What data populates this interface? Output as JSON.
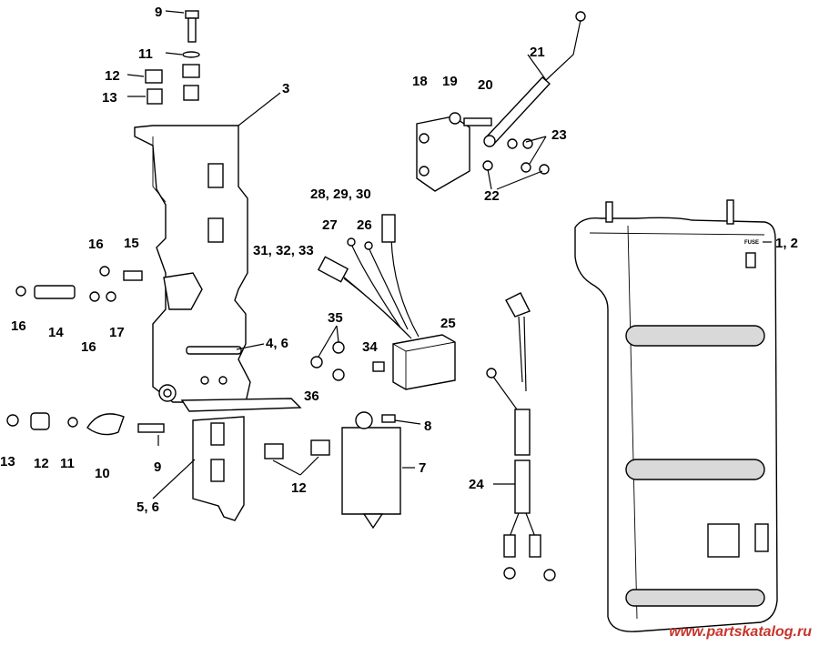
{
  "callouts": {
    "c1_2": "1, 2",
    "c3": "3",
    "c4_6": "4, 6",
    "c5_6": "5, 6",
    "c7": "7",
    "c8": "8",
    "c9_top": "9",
    "c9_bottom": "9",
    "c10": "10",
    "c11_top": "11",
    "c11_bottom": "11",
    "c12_top": "12",
    "c12_left": "12",
    "c12_mid": "12",
    "c13_top": "13",
    "c13_bottom": "13",
    "c14": "14",
    "c15": "15",
    "c16_a": "16",
    "c16_b": "16",
    "c16_c": "16",
    "c17": "17",
    "c18": "18",
    "c19": "19",
    "c20": "20",
    "c21": "21",
    "c22": "22",
    "c23": "23",
    "c24": "24",
    "c25": "25",
    "c26": "26",
    "c27": "27",
    "c28_30": "28, 29, 30",
    "c31_33": "31, 32, 33",
    "c34": "34",
    "c35": "35",
    "c36": "36"
  },
  "fuse_label": "FUSE",
  "watermark": "www.partskatalog.ru"
}
